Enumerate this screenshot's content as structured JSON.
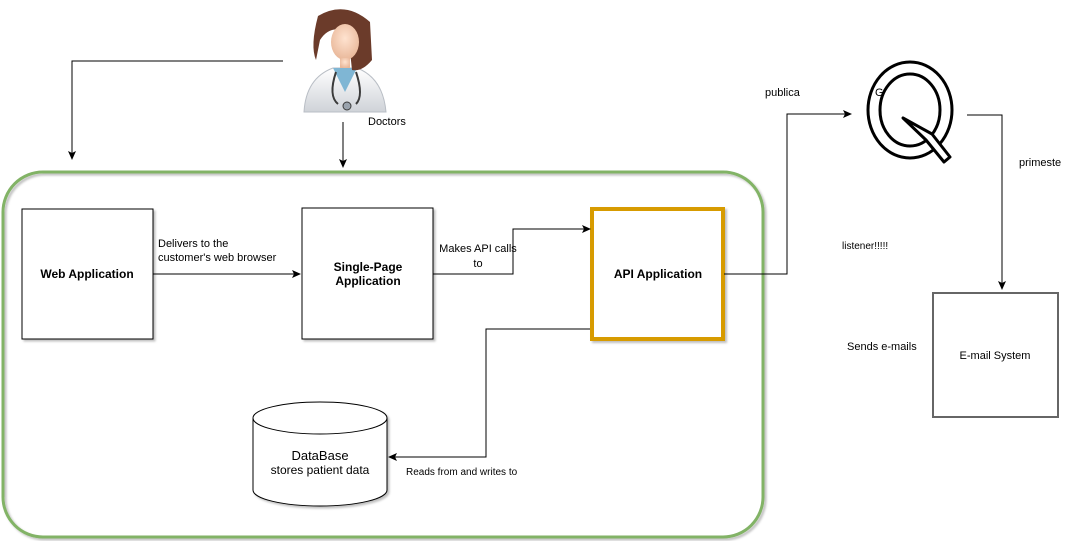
{
  "actors": {
    "doctors": {
      "label": "Doctors"
    }
  },
  "nodes": {
    "web_app": {
      "label": "Web Application"
    },
    "spa": {
      "label_line1": "Single-Page",
      "label_line2": "Application"
    },
    "api_app": {
      "label": "API Application"
    },
    "database": {
      "title": "DataBase",
      "subtitle": "stores patient data"
    },
    "queue": {
      "label": "G"
    },
    "email_system": {
      "label": "E-mail System"
    }
  },
  "edges": {
    "web_to_spa": {
      "line1": "Delivers to the",
      "line2": "customer's web browser"
    },
    "spa_to_api": {
      "line1": "Makes API calls",
      "line2": "to"
    },
    "api_to_db": {
      "label": "Reads from and writes to"
    },
    "api_to_queue": {
      "label": "publica"
    },
    "queue_to_email": {
      "label": "primeste"
    },
    "listener": {
      "label": "listener!!!!!"
    },
    "sends_emails": {
      "label": "Sends e-mails"
    }
  },
  "colors": {
    "boundary": "#82b366",
    "api_border": "#d79b00",
    "email_border": "#666666",
    "line": "#000000"
  }
}
